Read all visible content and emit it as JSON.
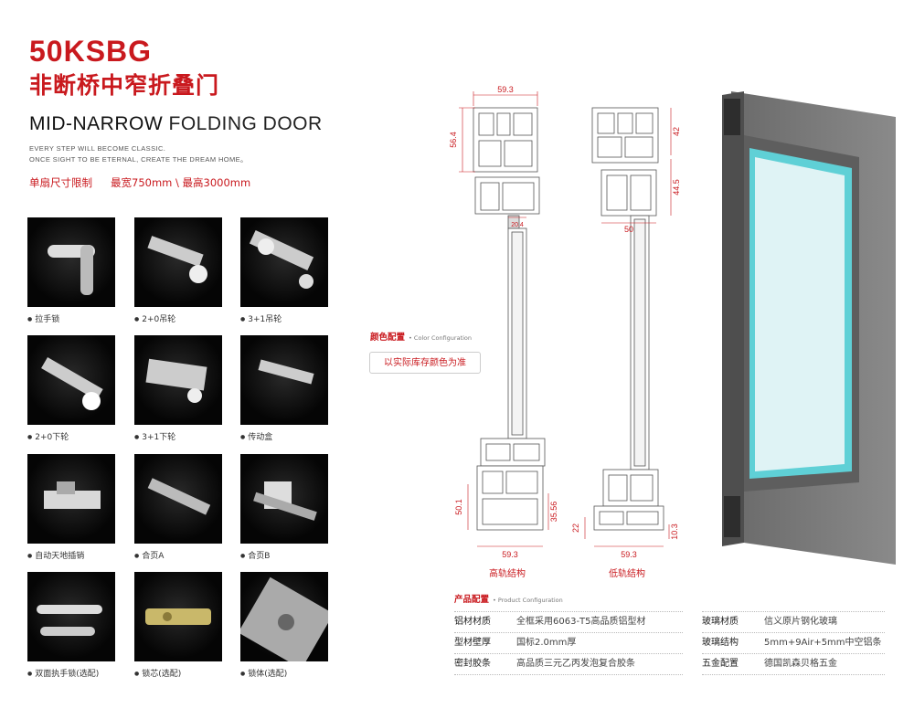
{
  "header": {
    "model": "50KSBG",
    "cn_title": "非断桥中窄折叠门",
    "en_title_bold": "MID-NARROW",
    "en_title_rest": " FOLDING DOOR",
    "slogan_1": "EVERY STEP WILL BECOME CLASSIC.",
    "slogan_2": "ONCE SIGHT TO BE ETERNAL, CREATE THE DREAM HOME。",
    "size_label": "单扇尺寸限制",
    "size_value": "最宽750mm \\ 最高3000mm"
  },
  "hardware": [
    {
      "label": "拉手锁",
      "icon": "handle-lock-icon"
    },
    {
      "label": "2+0吊轮",
      "icon": "hanging-wheel-icon"
    },
    {
      "label": "3+1吊轮",
      "icon": "hanging-wheel-icon"
    },
    {
      "label": "2+0下轮",
      "icon": "bottom-wheel-icon"
    },
    {
      "label": "3+1下轮",
      "icon": "bottom-wheel-icon"
    },
    {
      "label": "传动盒",
      "icon": "transmission-box-icon"
    },
    {
      "label": "自动天地插销",
      "icon": "auto-bolt-icon"
    },
    {
      "label": "合页A",
      "icon": "hinge-icon"
    },
    {
      "label": "合页B",
      "icon": "hinge-icon"
    },
    {
      "label": "双面执手锁(选配)",
      "icon": "double-handle-lock-icon"
    },
    {
      "label": "锁芯(选配)",
      "icon": "lock-cylinder-icon"
    },
    {
      "label": "锁体(选配)",
      "icon": "lock-body-icon"
    }
  ],
  "color_config": {
    "title": "颜色配置",
    "en": "• Color Configuration",
    "note": "以实际库存颜色为准"
  },
  "diagram": {
    "high": {
      "top_width": "59.3",
      "top_height": "56.4",
      "mid": "20.4",
      "bot_left": "50.1",
      "bot_right": "35.56",
      "bot_width": "59.3",
      "caption": "高轨结构"
    },
    "low": {
      "top_right_1": "42",
      "top_right_2": "44.5",
      "mid": "50",
      "bot_left": "22",
      "bot_right": "10.3",
      "bot_width": "59.3",
      "caption": "低轨结构"
    }
  },
  "product_config": {
    "title": "产品配置",
    "en": "• Product Configuration",
    "left": [
      {
        "k": "铝材材质",
        "v": "全框采用6063-T5高品质铝型材"
      },
      {
        "k": "型材壁厚",
        "v": "国标2.0mm厚"
      },
      {
        "k": "密封胶条",
        "v": "高品质三元乙丙发泡复合胶条"
      }
    ],
    "right": [
      {
        "k": "玻璃材质",
        "v": "信义原片钢化玻璃"
      },
      {
        "k": "玻璃结构",
        "v": "5mm+9Air+5mm中空铝条"
      },
      {
        "k": "五金配置",
        "v": "德国凯森贝格五金"
      }
    ]
  },
  "colors": {
    "accent": "#c9191e",
    "profile": "#7d7d7d",
    "glass": "#5fd0d6"
  }
}
